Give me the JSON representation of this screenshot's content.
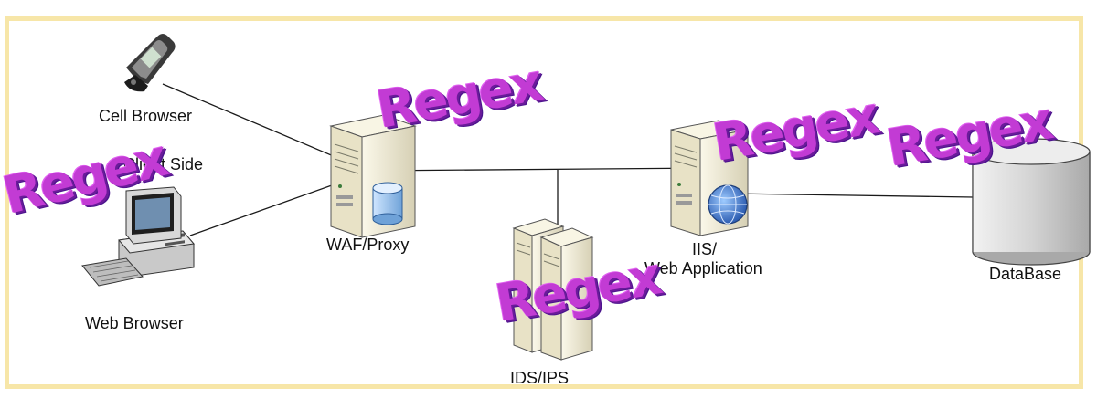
{
  "nodes": {
    "cell_browser": "Cell Browser",
    "client_side": "Client Side",
    "web_browser": "Web Browser",
    "waf_proxy": "WAF/Proxy",
    "ids_ips": "IDS/IPS",
    "iis_line1": "IIS/",
    "iis_line2": "Web Application",
    "database": "DataBase"
  },
  "annotations": {
    "regex_label": "Regex"
  },
  "colors": {
    "frame": "#f7e6a8",
    "regex": "#c23bd4",
    "regex_shadow": "#6a1b9a",
    "server_body": "#f3efd9",
    "database_body": "#d9d9d9",
    "globe": "#3f7bd1"
  }
}
